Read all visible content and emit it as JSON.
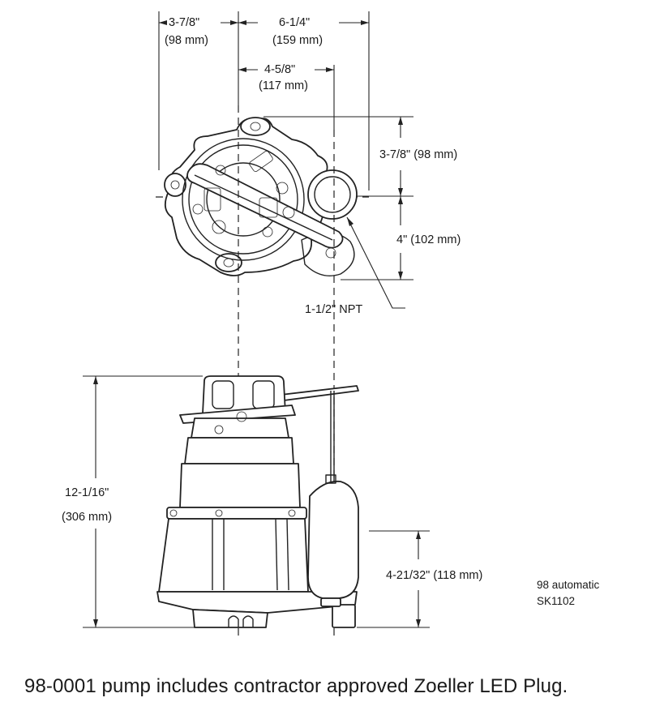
{
  "dimensions": {
    "top_left_width": {
      "imperial": "3-7/8\"",
      "metric": "(98 mm)"
    },
    "top_total_width": {
      "imperial": "6-1/4\"",
      "metric": "(159 mm)"
    },
    "top_center_offset": {
      "imperial": "4-5/8\"",
      "metric": "(117 mm)"
    },
    "right_upper": "3-7/8\" (98 mm)",
    "right_lower": "4\" (102 mm)",
    "discharge": "1-1/2\" NPT",
    "overall_height": {
      "imperial": "12-1/16\"",
      "metric": "(306 mm)"
    },
    "switch_height": "4-21/32\" (118 mm)"
  },
  "note": {
    "line1": "98 automatic",
    "line2": "SK1102"
  },
  "caption": "98-0001 pump includes contractor approved Zoeller LED Plug."
}
